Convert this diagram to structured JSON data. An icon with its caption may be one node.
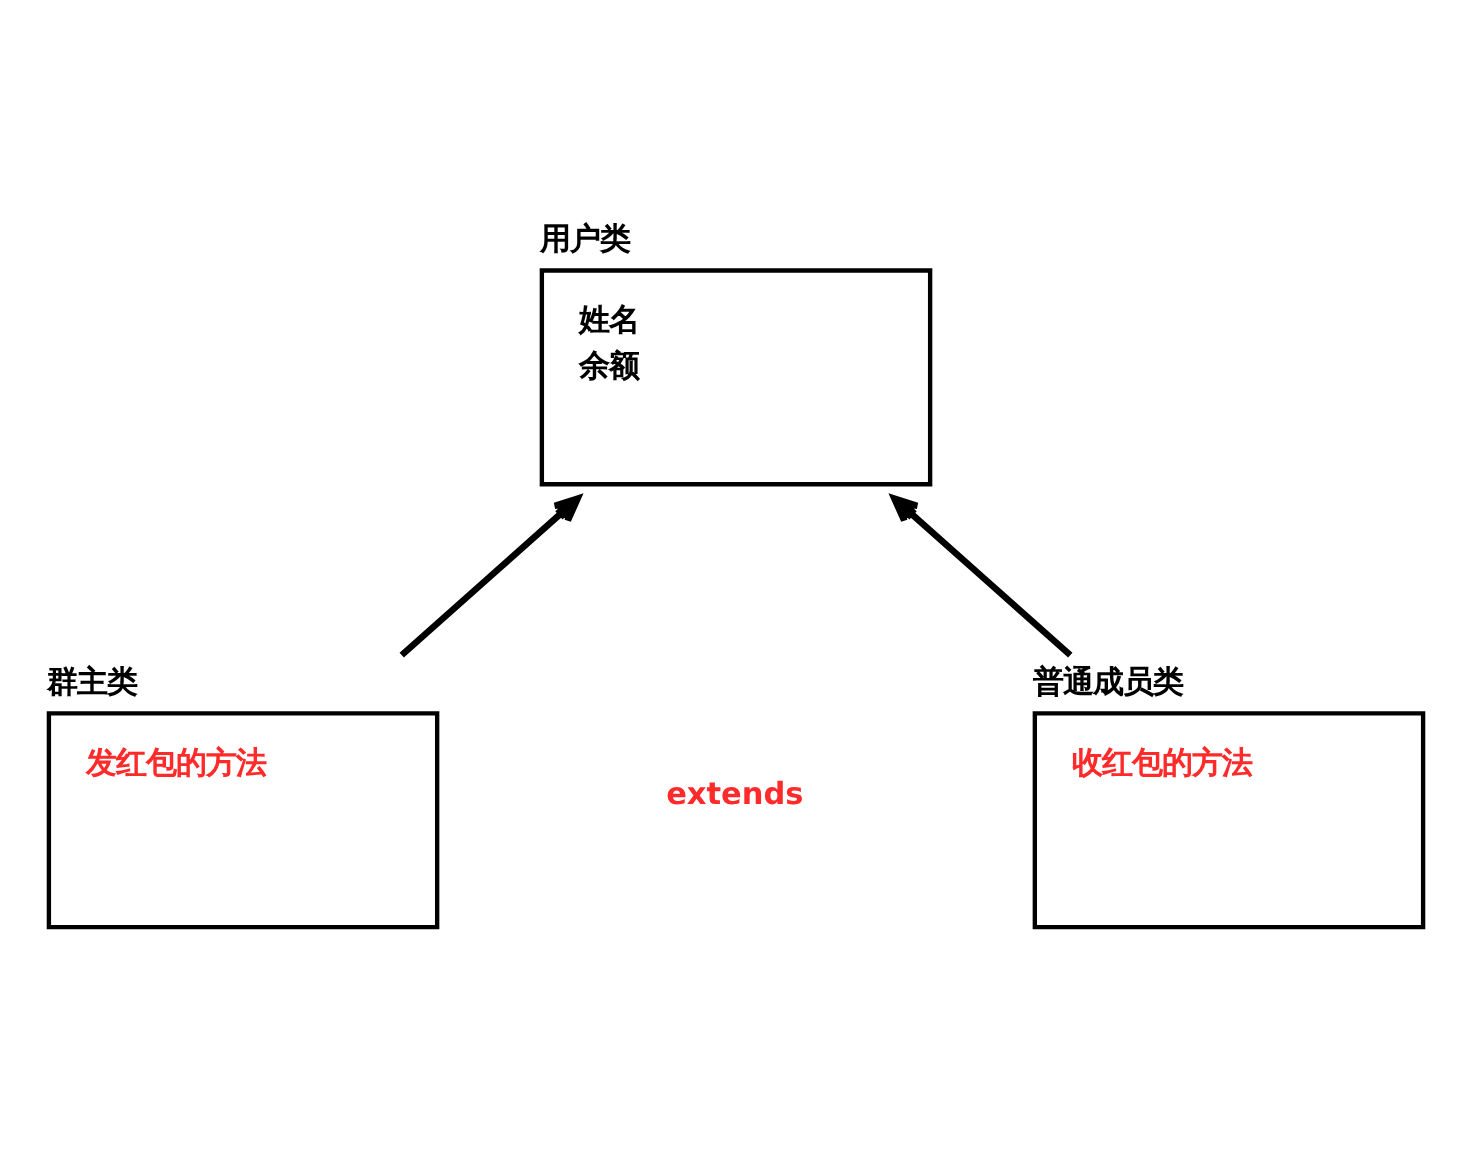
{
  "diagram": {
    "nodes": [
      {
        "text": [
          "用户类",
          "姓名",
          "余额"
        ]
      },
      {
        "text": [
          "群主类",
          "发红包的方法"
        ]
      },
      {
        "text": [
          "普通成员类",
          "收红包的方法"
        ]
      }
    ],
    "edges": [
      {
        "from": 1,
        "to": 0,
        "arrow": "to"
      },
      {
        "from": 2,
        "to": 0,
        "arrow": "to"
      }
    ],
    "labels": [
      "extends"
    ]
  }
}
